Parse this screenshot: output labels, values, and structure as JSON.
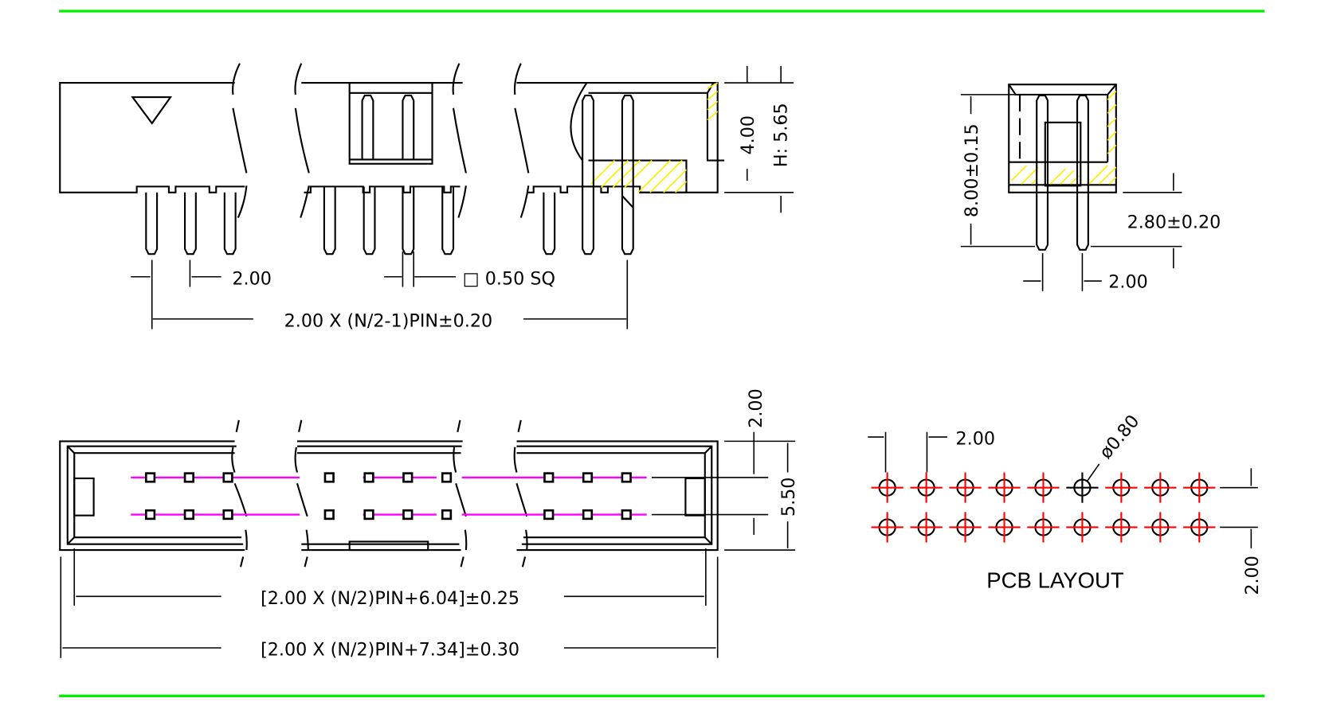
{
  "frame_color": "#00ee00",
  "hatch_color": "#ffee00",
  "centerline_color": "#ff00ff",
  "pcb_cross_color": "#ff0000",
  "side_view": {
    "pitch_label": "2.00",
    "pin_size_label": "□ 0.50  SQ",
    "overall_label": "2.00  X  (N/2-1)PIN±0.20",
    "height_4_label": "4.00",
    "height_565_label": "H: 5.65"
  },
  "end_view": {
    "height_label": "8.00±0.15",
    "tail_label": "2.80±0.20",
    "pitch_label": "2.00"
  },
  "top_view": {
    "row_gap_label": "2.00",
    "width_label": "5.50",
    "inner_length_label": "[2.00  X  (N/2)PIN+6.04]±0.25",
    "outer_length_label": "[2.00  X  (N/2)PIN+7.34]±0.30"
  },
  "pcb_layout": {
    "title": "PCB  LAYOUT",
    "pitch_label": "2.00",
    "hole_label": "ø0.80",
    "row_pitch_label": "2.00",
    "columns": 9,
    "rows": 2
  }
}
